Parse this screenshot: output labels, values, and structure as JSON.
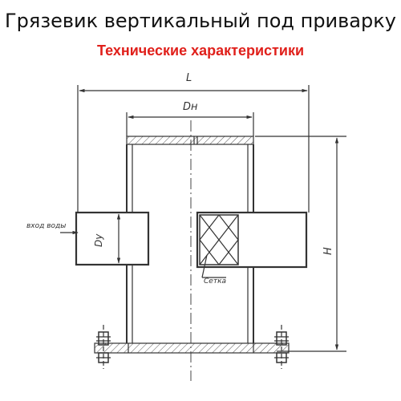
{
  "header": {
    "title": "Грязевик вертикальный под приварку",
    "subtitle": "Технические характеристики"
  },
  "drawing": {
    "labels": {
      "overall_length": "L",
      "outer_diameter": "Dн",
      "nominal_diameter": "Dу",
      "height": "H",
      "water_inlet": "вход воды",
      "mesh": "Сетка"
    },
    "colors": {
      "line": "#333333",
      "hatch": "#555555",
      "subtitle": "#e0201b"
    }
  }
}
